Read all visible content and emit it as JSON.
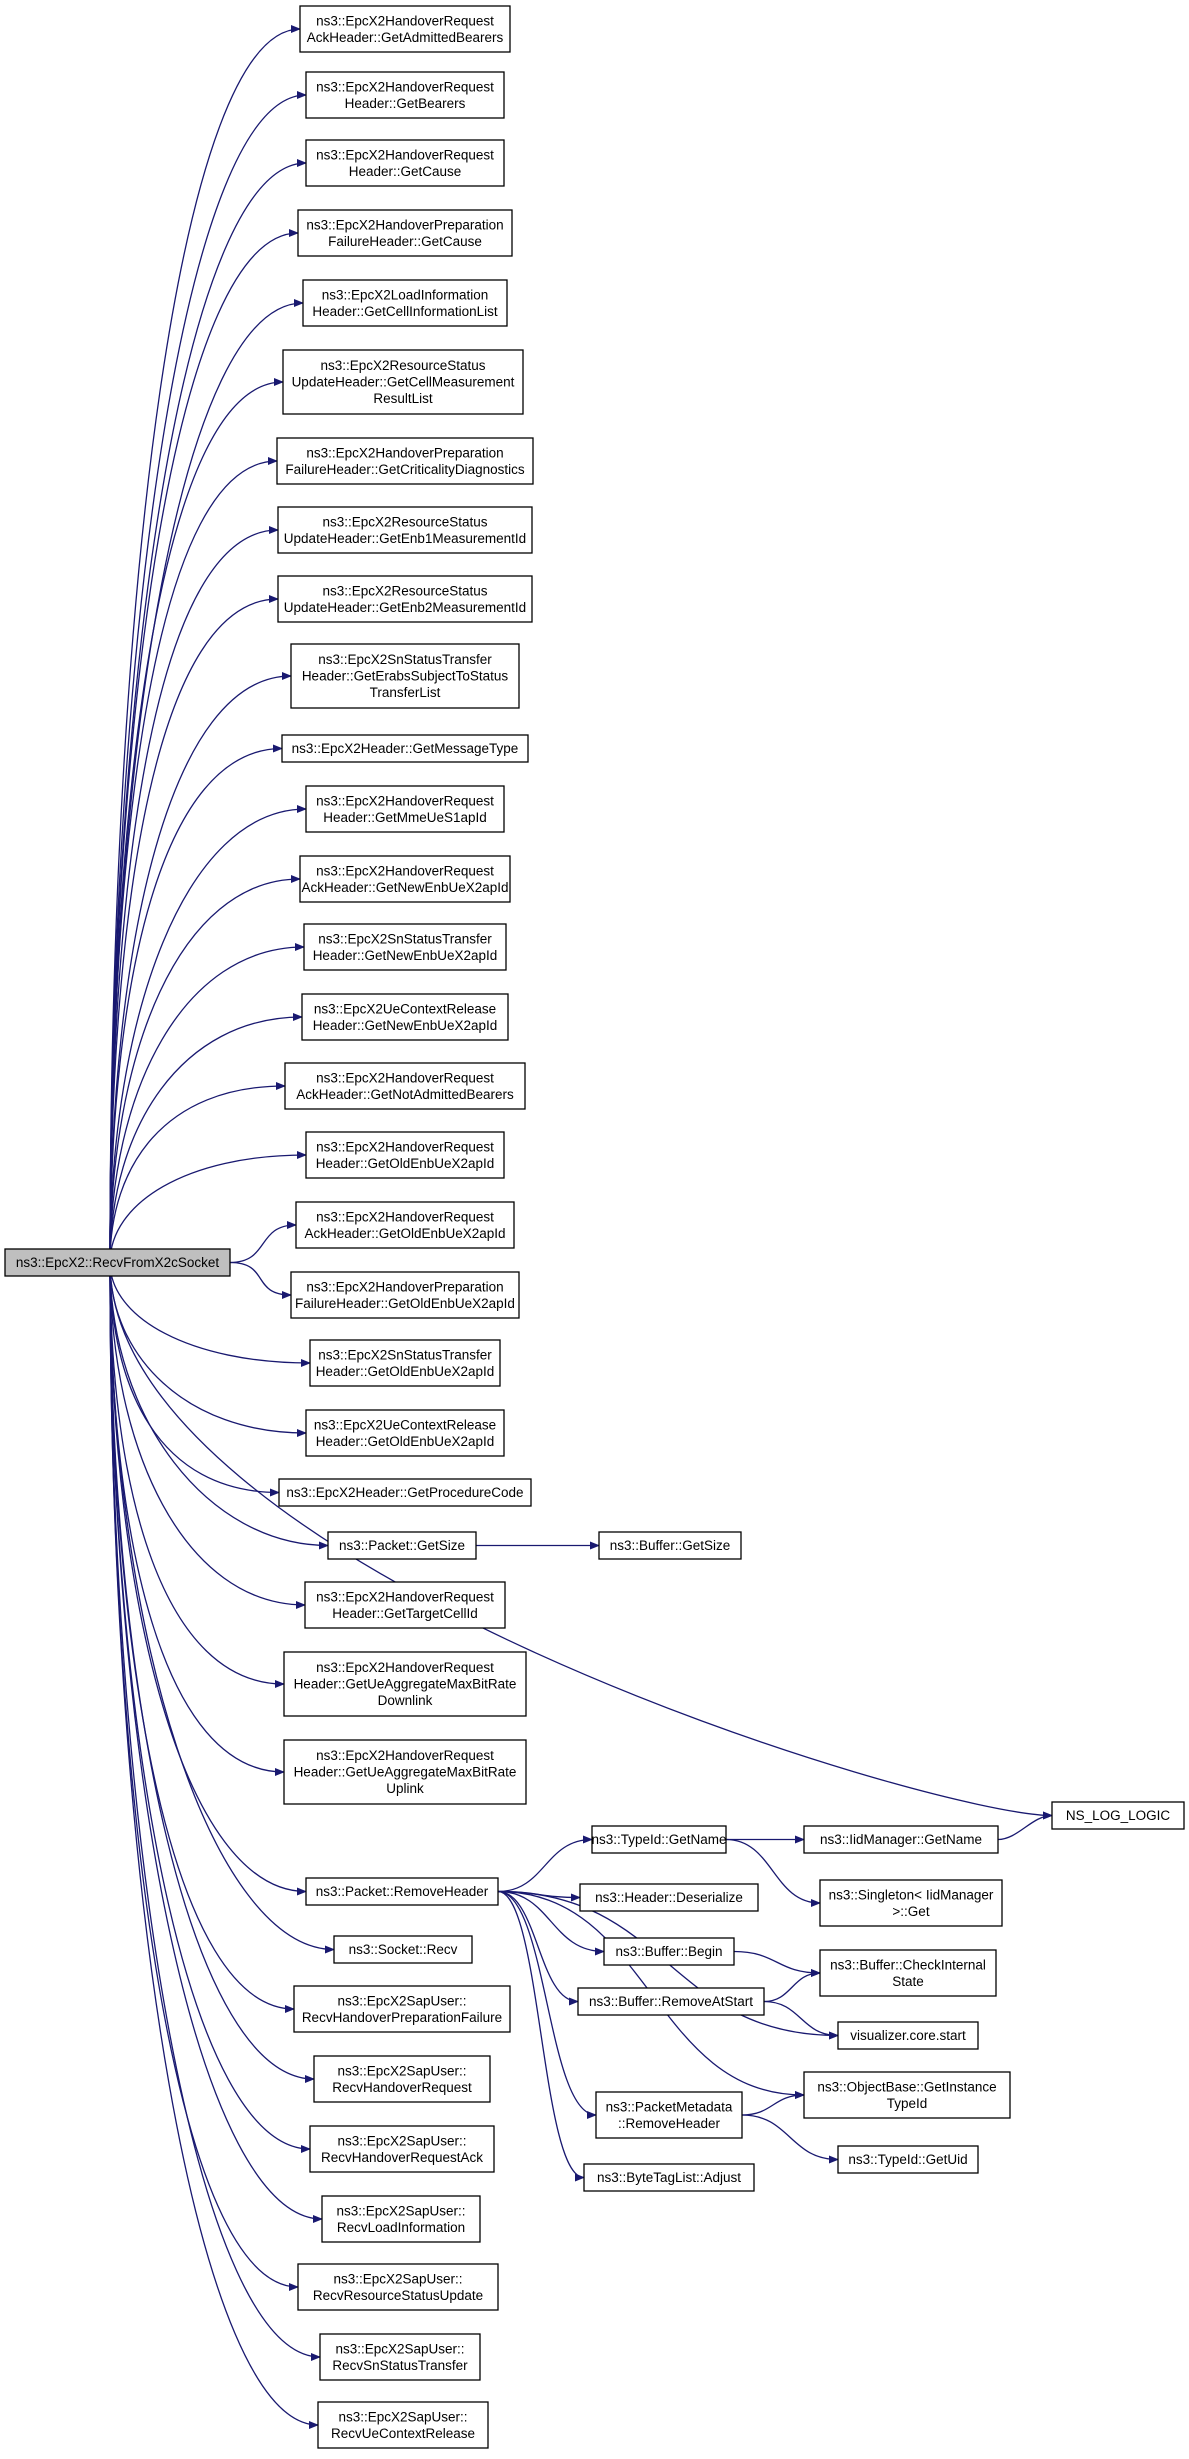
{
  "colors": {
    "edge": "#191970",
    "node_border": "#000000",
    "node_border_truncated": "#ff0000",
    "root_fill": "#bfbfbf",
    "node_fill": "#ffffff"
  },
  "nodes": {
    "root": {
      "lines": [
        "ns3::EpcX2::RecvFromX2cSocket"
      ],
      "root": true
    },
    "n1": {
      "lines": [
        "ns3::EpcX2HandoverRequest",
        "AckHeader::GetAdmittedBearers"
      ]
    },
    "n2": {
      "lines": [
        "ns3::EpcX2HandoverRequest",
        "Header::GetBearers"
      ]
    },
    "n3": {
      "lines": [
        "ns3::EpcX2HandoverRequest",
        "Header::GetCause"
      ]
    },
    "n4": {
      "lines": [
        "ns3::EpcX2HandoverPreparation",
        "FailureHeader::GetCause"
      ]
    },
    "n5": {
      "lines": [
        "ns3::EpcX2LoadInformation",
        "Header::GetCellInformationList"
      ]
    },
    "n6": {
      "lines": [
        "ns3::EpcX2ResourceStatus",
        "UpdateHeader::GetCellMeasurement",
        "ResultList"
      ]
    },
    "n7": {
      "lines": [
        "ns3::EpcX2HandoverPreparation",
        "FailureHeader::GetCriticalityDiagnostics"
      ]
    },
    "n8": {
      "lines": [
        "ns3::EpcX2ResourceStatus",
        "UpdateHeader::GetEnb1MeasurementId"
      ]
    },
    "n9": {
      "lines": [
        "ns3::EpcX2ResourceStatus",
        "UpdateHeader::GetEnb2MeasurementId"
      ]
    },
    "n10": {
      "lines": [
        "ns3::EpcX2SnStatusTransfer",
        "Header::GetErabsSubjectToStatus",
        "TransferList"
      ]
    },
    "n11": {
      "lines": [
        "ns3::EpcX2Header::GetMessageType"
      ]
    },
    "n12": {
      "lines": [
        "ns3::EpcX2HandoverRequest",
        "Header::GetMmeUeS1apId"
      ]
    },
    "n13": {
      "lines": [
        "ns3::EpcX2HandoverRequest",
        "AckHeader::GetNewEnbUeX2apId"
      ]
    },
    "n14": {
      "lines": [
        "ns3::EpcX2SnStatusTransfer",
        "Header::GetNewEnbUeX2apId"
      ]
    },
    "n15": {
      "lines": [
        "ns3::EpcX2UeContextRelease",
        "Header::GetNewEnbUeX2apId"
      ]
    },
    "n16": {
      "lines": [
        "ns3::EpcX2HandoverRequest",
        "AckHeader::GetNotAdmittedBearers"
      ]
    },
    "n17": {
      "lines": [
        "ns3::EpcX2HandoverRequest",
        "Header::GetOldEnbUeX2apId"
      ]
    },
    "n18": {
      "lines": [
        "ns3::EpcX2HandoverRequest",
        "AckHeader::GetOldEnbUeX2apId"
      ]
    },
    "n19": {
      "lines": [
        "ns3::EpcX2HandoverPreparation",
        "FailureHeader::GetOldEnbUeX2apId"
      ]
    },
    "n20": {
      "lines": [
        "ns3::EpcX2SnStatusTransfer",
        "Header::GetOldEnbUeX2apId"
      ]
    },
    "n21": {
      "lines": [
        "ns3::EpcX2UeContextRelease",
        "Header::GetOldEnbUeX2apId"
      ]
    },
    "n22": {
      "lines": [
        "ns3::EpcX2Header::GetProcedureCode"
      ]
    },
    "n23": {
      "lines": [
        "ns3::Packet::GetSize"
      ]
    },
    "n24": {
      "lines": [
        "ns3::Buffer::GetSize"
      ]
    },
    "n25": {
      "lines": [
        "ns3::EpcX2HandoverRequest",
        "Header::GetTargetCellId"
      ]
    },
    "n26": {
      "lines": [
        "ns3::EpcX2HandoverRequest",
        "Header::GetUeAggregateMaxBitRate",
        "Downlink"
      ]
    },
    "n27": {
      "lines": [
        "ns3::EpcX2HandoverRequest",
        "Header::GetUeAggregateMaxBitRate",
        "Uplink"
      ]
    },
    "n28": {
      "lines": [
        "NS_LOG_LOGIC"
      ]
    },
    "n29": {
      "lines": [
        "ns3::Packet::RemoveHeader"
      ]
    },
    "n30": {
      "lines": [
        "ns3::TypeId::GetName"
      ]
    },
    "n31": {
      "lines": [
        "ns3::IidManager::GetName"
      ],
      "truncated": true
    },
    "n32": {
      "lines": [
        "ns3::Singleton< IidManager",
        ">::Get"
      ]
    },
    "n33": {
      "lines": [
        "ns3::Header::Deserialize"
      ]
    },
    "n34": {
      "lines": [
        "ns3::Buffer::Begin"
      ]
    },
    "n35": {
      "lines": [
        "ns3::Buffer::CheckInternal",
        "State"
      ],
      "truncated": true
    },
    "n36": {
      "lines": [
        "ns3::Buffer::RemoveAtStart"
      ]
    },
    "n37": {
      "lines": [
        "visualizer.core.start"
      ],
      "truncated": true
    },
    "n38": {
      "lines": [
        "ns3::ObjectBase::GetInstance",
        "TypeId"
      ]
    },
    "n39": {
      "lines": [
        "ns3::PacketMetadata",
        "::RemoveHeader"
      ],
      "truncated": true
    },
    "n40": {
      "lines": [
        "ns3::TypeId::GetUid"
      ]
    },
    "n41": {
      "lines": [
        "ns3::ByteTagList::Adjust"
      ]
    },
    "n42": {
      "lines": [
        "ns3::Socket::Recv"
      ]
    },
    "n43": {
      "lines": [
        "ns3::EpcX2SapUser::",
        "RecvHandoverPreparationFailure"
      ]
    },
    "n44": {
      "lines": [
        "ns3::EpcX2SapUser::",
        "RecvHandoverRequest"
      ]
    },
    "n45": {
      "lines": [
        "ns3::EpcX2SapUser::",
        "RecvHandoverRequestAck"
      ]
    },
    "n46": {
      "lines": [
        "ns3::EpcX2SapUser::",
        "RecvLoadInformation"
      ]
    },
    "n47": {
      "lines": [
        "ns3::EpcX2SapUser::",
        "RecvResourceStatusUpdate"
      ]
    },
    "n48": {
      "lines": [
        "ns3::EpcX2SapUser::",
        "RecvSnStatusTransfer"
      ]
    },
    "n49": {
      "lines": [
        "ns3::EpcX2SapUser::",
        "RecvUeContextRelease"
      ]
    }
  },
  "edges": [
    [
      "root",
      "n1"
    ],
    [
      "root",
      "n2"
    ],
    [
      "root",
      "n3"
    ],
    [
      "root",
      "n4"
    ],
    [
      "root",
      "n5"
    ],
    [
      "root",
      "n6"
    ],
    [
      "root",
      "n7"
    ],
    [
      "root",
      "n8"
    ],
    [
      "root",
      "n9"
    ],
    [
      "root",
      "n10"
    ],
    [
      "root",
      "n11"
    ],
    [
      "root",
      "n12"
    ],
    [
      "root",
      "n13"
    ],
    [
      "root",
      "n14"
    ],
    [
      "root",
      "n15"
    ],
    [
      "root",
      "n16"
    ],
    [
      "root",
      "n17"
    ],
    [
      "root",
      "n18"
    ],
    [
      "root",
      "n19"
    ],
    [
      "root",
      "n20"
    ],
    [
      "root",
      "n21"
    ],
    [
      "root",
      "n22"
    ],
    [
      "root",
      "n23"
    ],
    [
      "root",
      "n25"
    ],
    [
      "root",
      "n26"
    ],
    [
      "root",
      "n27"
    ],
    [
      "root",
      "n28"
    ],
    [
      "root",
      "n29"
    ],
    [
      "root",
      "n42"
    ],
    [
      "root",
      "n43"
    ],
    [
      "root",
      "n44"
    ],
    [
      "root",
      "n45"
    ],
    [
      "root",
      "n46"
    ],
    [
      "root",
      "n47"
    ],
    [
      "root",
      "n48"
    ],
    [
      "root",
      "n49"
    ],
    [
      "n23",
      "n24"
    ],
    [
      "n29",
      "n30"
    ],
    [
      "n29",
      "n33"
    ],
    [
      "n29",
      "n34"
    ],
    [
      "n29",
      "n36"
    ],
    [
      "n29",
      "n37"
    ],
    [
      "n29",
      "n38"
    ],
    [
      "n29",
      "n39"
    ],
    [
      "n29",
      "n41"
    ],
    [
      "n30",
      "n31"
    ],
    [
      "n30",
      "n32"
    ],
    [
      "n31",
      "n28"
    ],
    [
      "n34",
      "n35"
    ],
    [
      "n36",
      "n35"
    ],
    [
      "n36",
      "n37"
    ],
    [
      "n39",
      "n38"
    ],
    [
      "n39",
      "n40"
    ]
  ]
}
